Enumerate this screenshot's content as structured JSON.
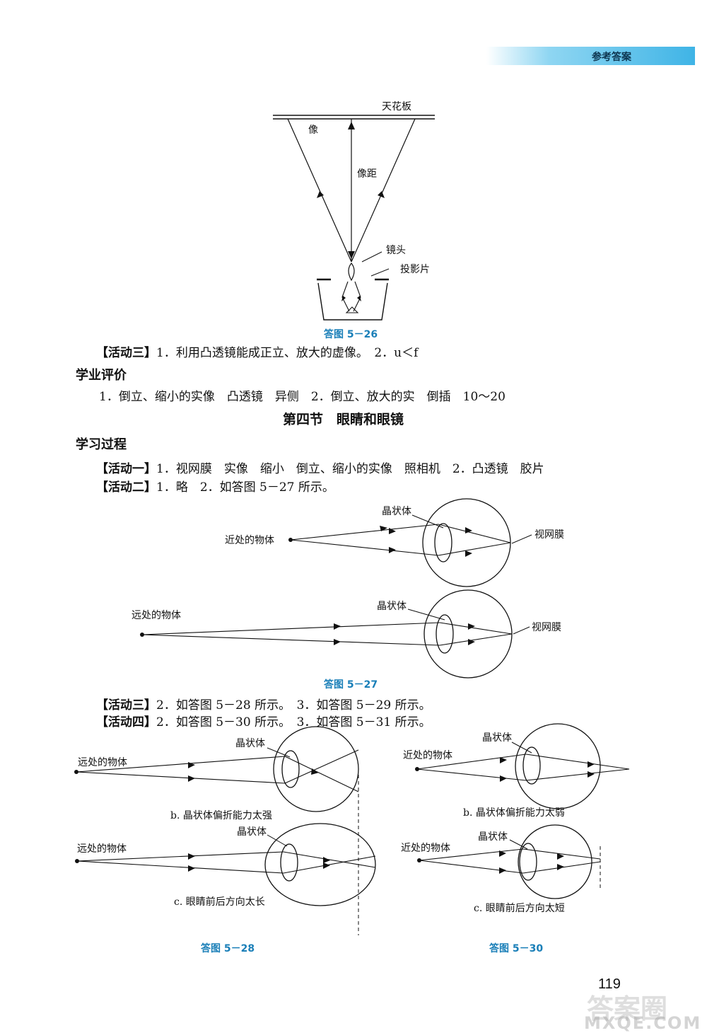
{
  "header": {
    "title": "参考答案"
  },
  "fig26": {
    "ceiling": "天花板",
    "image": "像",
    "image_distance": "像距",
    "lens": "镜头",
    "slide": "投影片",
    "caption": "答图 5－26"
  },
  "activity3_a": {
    "tag": "【活动三】",
    "text": "1．利用凸透镜能成正立、放大的虚像。　2．u＜f"
  },
  "assessment": {
    "heading": "学业评价",
    "text": "1．倒立、缩小的实像　凸透镜　异侧　2．倒立、放大的实　倒插　10～20"
  },
  "section_title": "第四节　眼睛和眼镜",
  "process_heading": "学习过程",
  "activity1": {
    "tag": "【活动一】",
    "text": "1．视网膜　实像　缩小　倒立、缩小的实像　照相机　2．凸透镜　胶片"
  },
  "activity2": {
    "tag": "【活动二】",
    "text": "1．略　2．如答图 5－27 所示。"
  },
  "fig27": {
    "lens_label": "晶状体",
    "retina_label": "视网膜",
    "near_object": "近处的物体",
    "far_object": "远处的物体",
    "caption": "答图 5－27"
  },
  "activity3_b": {
    "tag": "【活动三】",
    "text": "2．如答图 5－28 所示。　3．如答图 5－29 所示。"
  },
  "activity4": {
    "tag": "【活动四】",
    "text": "2．如答图 5－30 所示。　3．如答图 5－31 所示。"
  },
  "fig28": {
    "lens_label": "晶状体",
    "far_object": "远处的物体",
    "label_b": "b. 晶状体偏折能力太强",
    "label_c": "c. 眼睛前后方向太长",
    "caption": "答图 5－28"
  },
  "fig30": {
    "lens_label": "晶状体",
    "near_object": "近处的物体",
    "label_b": "b. 晶状体偏折能力太弱",
    "label_c": "c. 眼睛前后方向太短",
    "caption": "答图 5－30"
  },
  "page_number": "119",
  "watermark": {
    "top": "答案圈",
    "bottom": "MXQE.COM"
  }
}
